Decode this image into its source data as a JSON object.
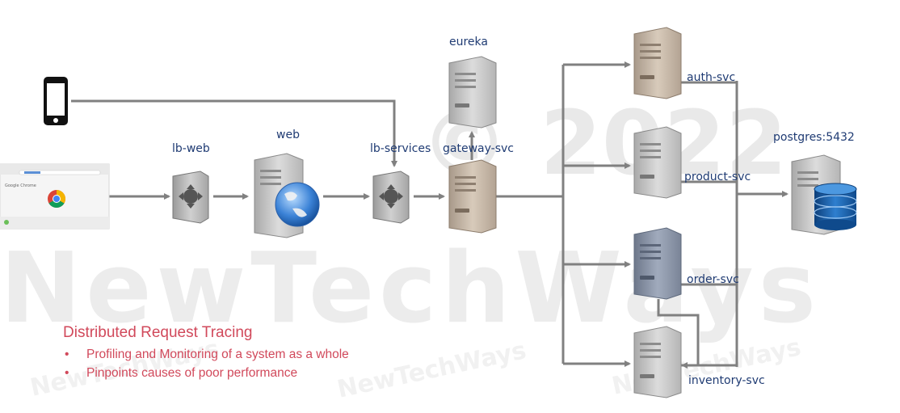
{
  "watermark": {
    "brand": "NewTechWays",
    "copyright": "© 2022",
    "small": "NewTechWays"
  },
  "nodes": {
    "lb_web": "lb-web",
    "web": "web",
    "lb_services": "lb-services",
    "eureka": "eureka",
    "gateway": "gateway-svc",
    "auth": "auth-svc",
    "product": "product-svc",
    "order": "order-svc",
    "inventory": "inventory-svc",
    "postgres": "postgres:5432"
  },
  "browser": {
    "brand": "Google Chrome"
  },
  "notes": {
    "title": "Distributed Request Tracing",
    "bullets": [
      "Profiling and Monitoring of a system as a whole",
      "Pinpoints causes of poor performance"
    ]
  },
  "colors": {
    "arrow": "#808080",
    "label": "#1f3b73",
    "accent": "#d1495b",
    "server_tan": "#c8b9a6",
    "server_grey": "#c4c4c4",
    "server_blue": "#8a94a6"
  }
}
